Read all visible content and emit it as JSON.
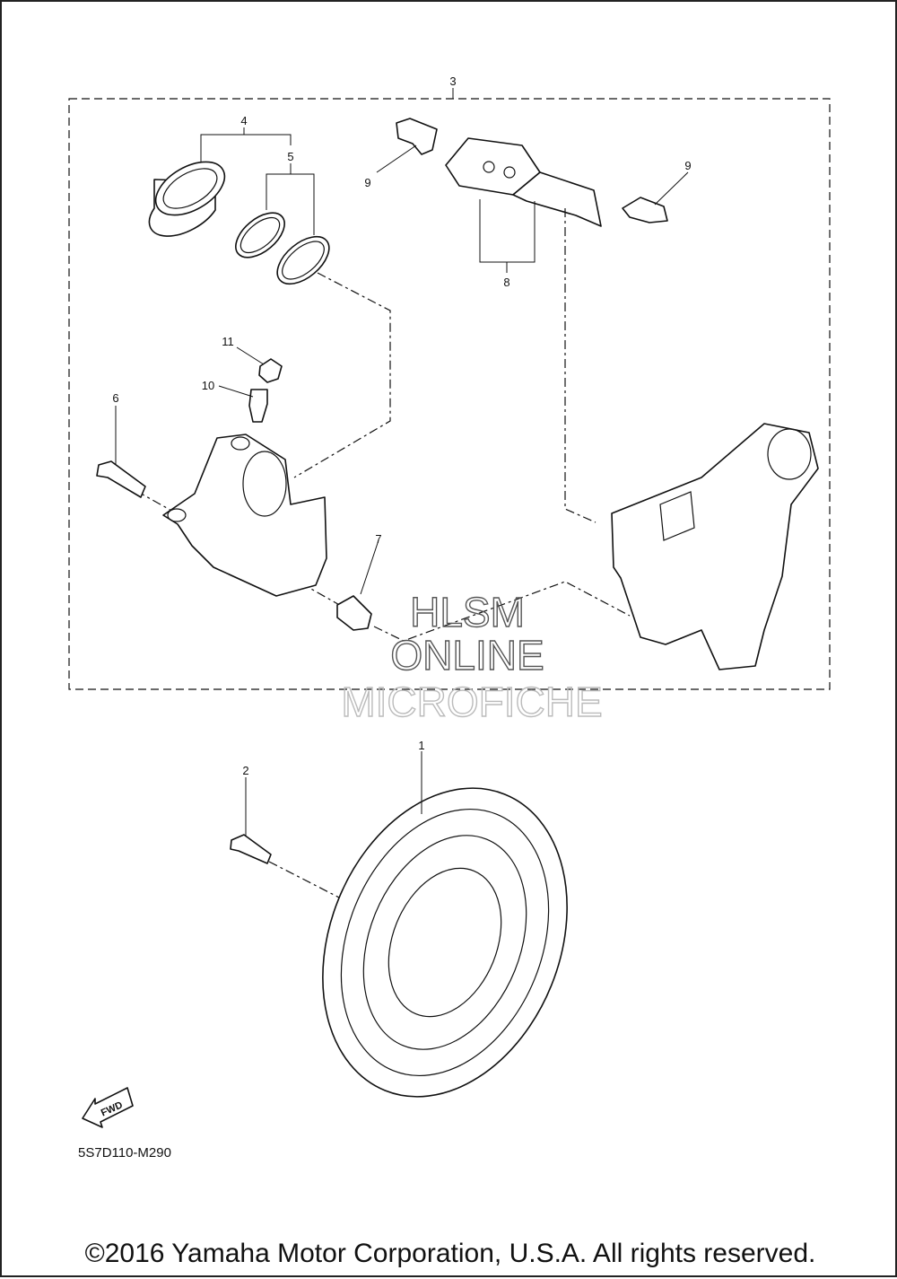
{
  "diagram": {
    "callouts": [
      "1",
      "2",
      "3",
      "4",
      "5",
      "6",
      "7",
      "8",
      "9",
      "10",
      "11"
    ],
    "watermark": [
      "HLSM",
      "ONLINE",
      "MICROFICHE"
    ],
    "fwd_label": "FWD",
    "drawing_code": "5S7D110-M290"
  },
  "footer": {
    "copyright": "©2016 Yamaha Motor Corporation, U.S.A. All rights reserved."
  }
}
